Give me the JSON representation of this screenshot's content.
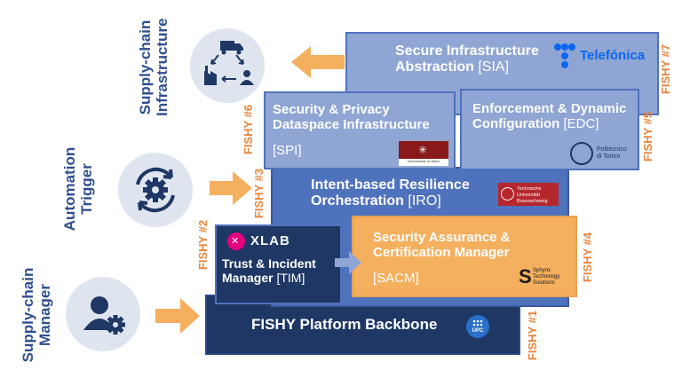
{
  "side_labels": {
    "supply_chain_infrastructure": [
      "Supply-chain",
      "Infrastructure"
    ],
    "automation_trigger": [
      "Automation",
      "Trigger"
    ],
    "supply_chain_manager": [
      "Supply-chain",
      "Manager"
    ]
  },
  "components": {
    "sia": {
      "title_1": "Secure Infrastructure",
      "title_2": "Abstraction",
      "code": "[SIA]",
      "fishy": "FISHY #7",
      "partner": "Telefónica"
    },
    "spi": {
      "title_1": "Security & Privacy",
      "title_2": "Dataspace Infrastructure",
      "code": "[SPI]",
      "fishy": "FISHY #6",
      "partner": "Universidade do Minho"
    },
    "edc": {
      "title_1": "Enforcement & Dynamic",
      "title_2": "Configuration",
      "code": "[EDC]",
      "fishy": "FISHY #5",
      "partner_1": "Politecnico",
      "partner_2": "di Torino"
    },
    "iro": {
      "title_1": "Intent-based Resilience",
      "title_2": "Orchestration",
      "code": "[IRO]",
      "fishy": "FISHY #3",
      "partner_1": "Technische",
      "partner_2": "Universität",
      "partner_3": "Braunschweig"
    },
    "tim": {
      "title_1": "Trust & Incident",
      "title_2": "Manager",
      "code": "[TIM]",
      "fishy": "FISHY #2",
      "partner": "XLAB"
    },
    "sacm": {
      "title_1": "Security Assurance &",
      "title_2": "Certification Manager",
      "code": "[SACM]",
      "fishy": "FISHY #4",
      "partner_1": "Sphynx",
      "partner_2": "Technology",
      "partner_3": "Solutions"
    },
    "backbone": {
      "title": "FISHY Platform Backbone",
      "fishy": "FISHY #1",
      "partner": "UPC"
    }
  },
  "colors": {
    "light_blue": "#8fa5d3",
    "mid_blue": "#4f72bd",
    "dark_blue": "#1f3764",
    "orange": "#f4b05e",
    "fishy_orange": "#e8843a",
    "side_label": "#2f4f8f",
    "icon_circle": "#dfe5ef"
  },
  "icons": [
    "truck-factory-cycle-icon",
    "gear-cycle-icon",
    "user-gear-icon"
  ]
}
